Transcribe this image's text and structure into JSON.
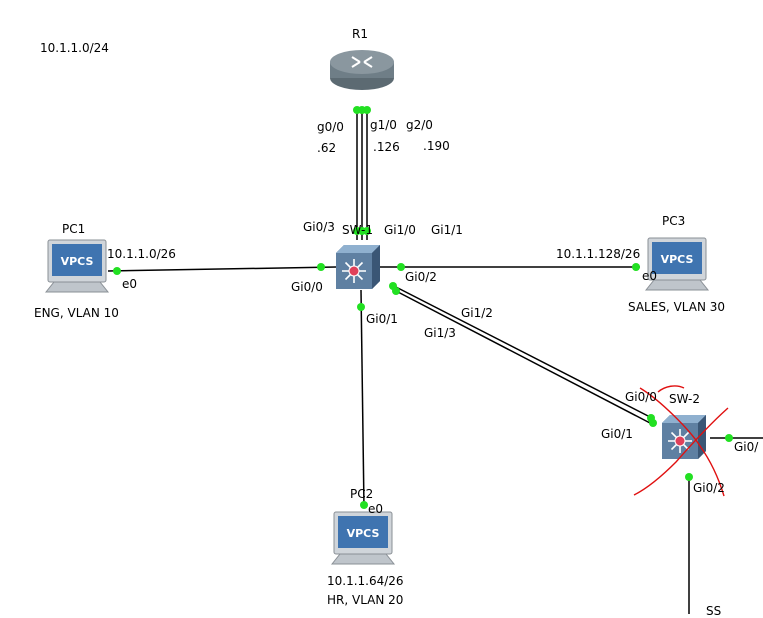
{
  "network": {
    "subnet_label": "10.1.1.0/24",
    "colors": {
      "link": "#000000",
      "port": "#22e022",
      "switch_body": "#5f7f9f",
      "switch_center": "#e0405a",
      "router_body": "#7d8b94",
      "pc_screen": "#3f74b0",
      "annotation": "#e01010"
    },
    "nodes": {
      "r1": {
        "name": "R1",
        "icon": "router-icon"
      },
      "sw1": {
        "name": "SW-1",
        "icon": "multilayer-switch-icon"
      },
      "sw2": {
        "name": "SW-2",
        "icon": "multilayer-switch-icon"
      },
      "pc1": {
        "name": "PC1",
        "icon": "vpcs-icon",
        "screen_text": "VPCS",
        "port": "e0",
        "subnet": "10.1.1.0/26",
        "desc": "ENG, VLAN 10"
      },
      "pc2": {
        "name": "PC2",
        "icon": "vpcs-icon",
        "screen_text": "VPCS",
        "port": "e0",
        "subnet": "10.1.1.64/26",
        "desc": "HR, VLAN 20"
      },
      "pc3": {
        "name": "PC3",
        "icon": "vpcs-icon",
        "screen_text": "VPCS",
        "port": "e0",
        "subnet": "10.1.1.128/26",
        "desc": "SALES, VLAN 30"
      }
    },
    "r1_ports": {
      "g0": "g0/0",
      "g1": "g1/0",
      "g2": "g2/0",
      "ip_g0": ".62",
      "ip_g1": ".126",
      "ip_g2": ".190"
    },
    "sw1_ports": {
      "gi0_0": "Gi0/0",
      "gi0_1": "Gi0/1",
      "gi0_2": "Gi0/2",
      "gi0_3": "Gi0/3",
      "gi1_0": "Gi1/0",
      "gi1_1": "Gi1/1",
      "gi1_2": "Gi1/2",
      "gi1_3": "Gi1/3"
    },
    "sw2_ports": {
      "gi0_0": "Gi0/0",
      "gi0_1": "Gi0/1",
      "gi0_2": "Gi0/2",
      "gi0_3": "Gi0/"
    },
    "offscreen_node_fragment": "SS"
  }
}
